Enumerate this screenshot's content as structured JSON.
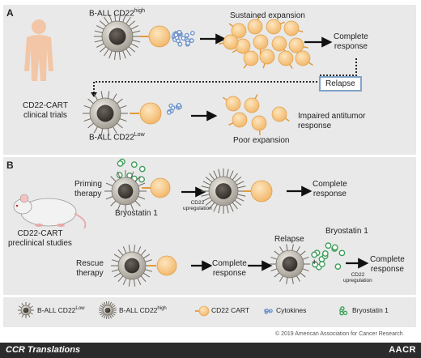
{
  "panel_a": {
    "letter": "A",
    "top_cell_label": "B-ALL CD22",
    "top_cell_sup": "high",
    "sustained": "Sustained expansion",
    "complete_response": [
      "Complete",
      "response"
    ],
    "relapse": "Relapse",
    "trials_label": [
      "CD22-CART",
      "clinical trials"
    ],
    "low_cell_label": "B-ALL CD22",
    "low_cell_sup": "Low",
    "impaired": [
      "Impaired antitumor",
      "response"
    ],
    "poor_expansion": "Poor expansion"
  },
  "panel_b": {
    "letter": "B",
    "priming": [
      "Priming",
      "therapy"
    ],
    "bryostatin": "Bryostatin 1",
    "cd22_upreg": [
      "CD22",
      "upregulation"
    ],
    "complete_response": [
      "Complete",
      "response"
    ],
    "preclinical": [
      "CD22-CART",
      "preclinical studies"
    ],
    "rescue": [
      "Rescue",
      "therapy"
    ],
    "relapse": "Relapse",
    "plus": "+",
    "bryostatin2": "Bryostatin 1"
  },
  "legend": {
    "low": "B-ALL CD22",
    "low_sup": "Low",
    "high": "B-ALL CD22",
    "high_sup": "high",
    "cart": "CD22 CART",
    "cytokines": "Cytokines",
    "bryo": "Bryostatin 1"
  },
  "copyright": "© 2019 American Association for Cancer Research",
  "footer": {
    "left": "CCR Translations",
    "right": "AACR"
  },
  "colors": {
    "panel": "#e9e9e9",
    "cart": "#f6c27a",
    "cytokine": "#6f94cc",
    "bryo": "#3e9e5a",
    "tumor": "#8a8479",
    "relapse_border": "#7fa3c9"
  }
}
